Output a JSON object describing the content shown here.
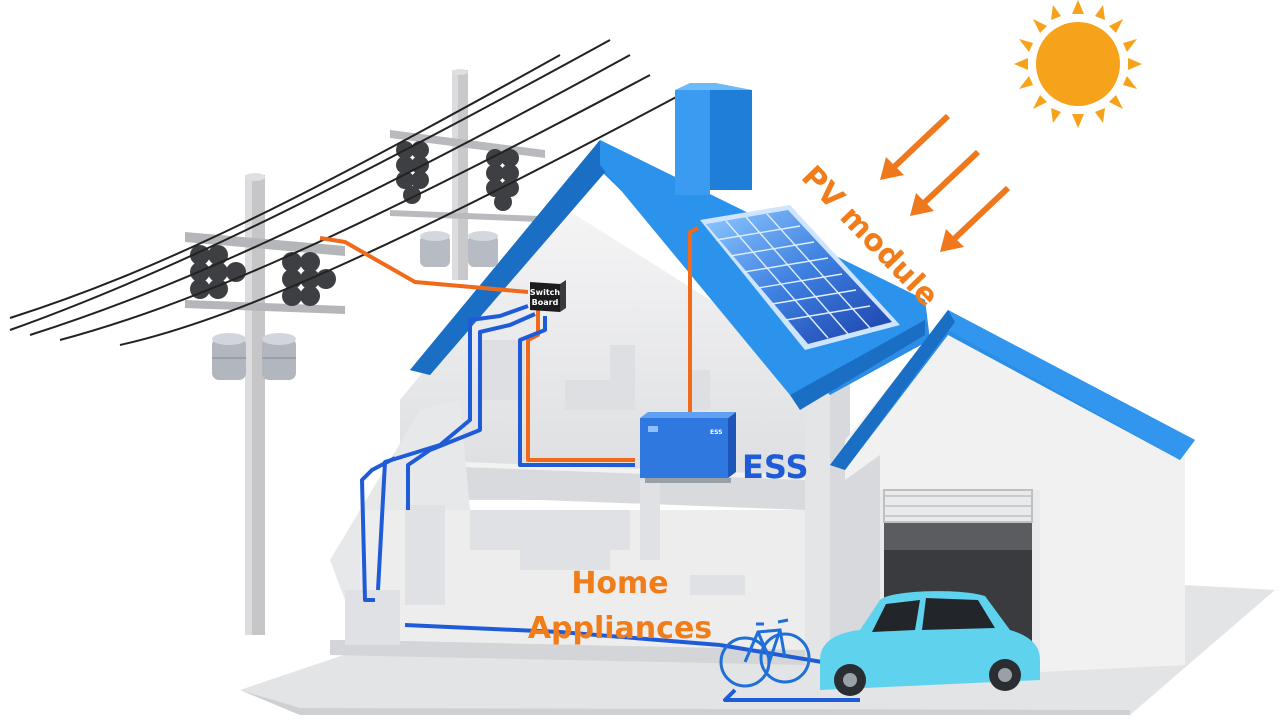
{
  "labels": {
    "pv_module": "PV module",
    "ess": "ESS",
    "home_appliances_line1": "Home",
    "home_appliances_line2": "Appliances",
    "switch_board_line1": "Switch",
    "switch_board_line2": "Board",
    "ess_unit_text": "ESS"
  },
  "colors": {
    "roof_blue": "#2a8de6",
    "roof_blue_dark": "#1a6fc4",
    "wire_orange": "#f06a1c",
    "wire_blue": "#1f5bd6",
    "label_orange": "#f07d1a",
    "sun": "#f7a21b",
    "car": "#5fd3ee",
    "wall": "#eeeff1",
    "ground": "#e3e4e6"
  },
  "icons": [
    "sun-icon",
    "utility-pole-icon",
    "solar-panel-icon",
    "ess-unit-icon",
    "switch-board-icon",
    "bicycle-icon",
    "car-icon",
    "chimney-icon"
  ]
}
